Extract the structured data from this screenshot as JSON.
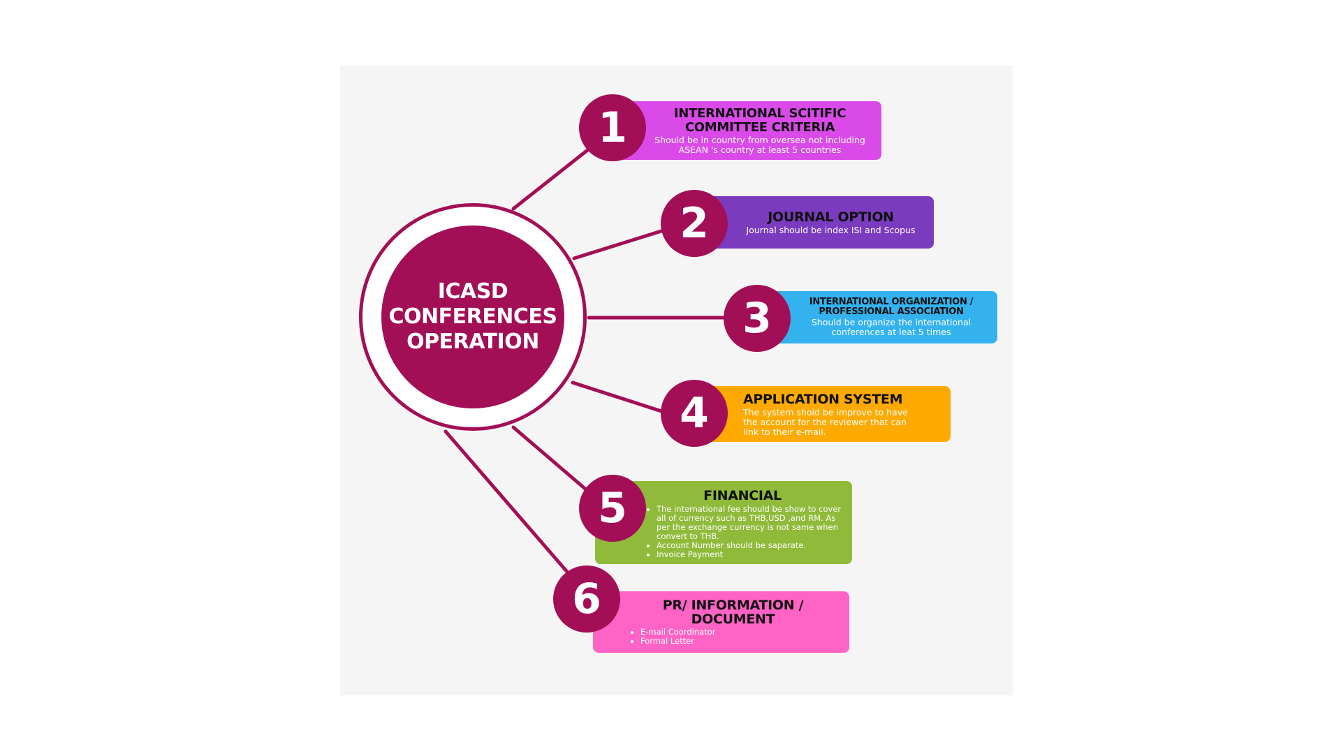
{
  "colors": {
    "hub": "#a30f56",
    "connector": "#a30f56",
    "item1": "#d94ae8",
    "item2": "#7b3bbf",
    "item3": "#33b2ee",
    "item4": "#ffaa00",
    "item5": "#90ba3a",
    "item6": "#ff63c5"
  },
  "hub": {
    "line1": "ICASD",
    "line2": "CONFERENCES",
    "line3": "OPERATION"
  },
  "items": [
    {
      "number": "1",
      "title": "INTERNATIONAL SCITIFIC COMMITTEE CRITERIA",
      "desc": "Should be in country from oversea not including ASEAN 's country  at least 5 countries"
    },
    {
      "number": "2",
      "title": "JOURNAL OPTION",
      "desc": "Journal should be index ISI and Scopus"
    },
    {
      "number": "3",
      "title": "INTERNATIONAL ORGANIZATION / PROFESSIONAL ASSOCIATION",
      "desc": "Should be organize the international conferences at leat 5 times"
    },
    {
      "number": "4",
      "title": "APPLICATION SYSTEM",
      "desc": "The system shold be improve to have the account for the reviewer that can link to their e-mail."
    },
    {
      "number": "5",
      "title": "FINANCIAL",
      "bullets": [
        "The international fee should be show  to cover all of currency such as THB,USD ,and RM.  As per the exchange currency is not same when convert to THB.",
        "Account Number should be saparate.",
        "Invoice Payment"
      ]
    },
    {
      "number": "6",
      "title": "PR/ INFORMATION / DOCUMENT",
      "bullets": [
        "E-mail Coordinator",
        "Formal Letter"
      ]
    }
  ]
}
